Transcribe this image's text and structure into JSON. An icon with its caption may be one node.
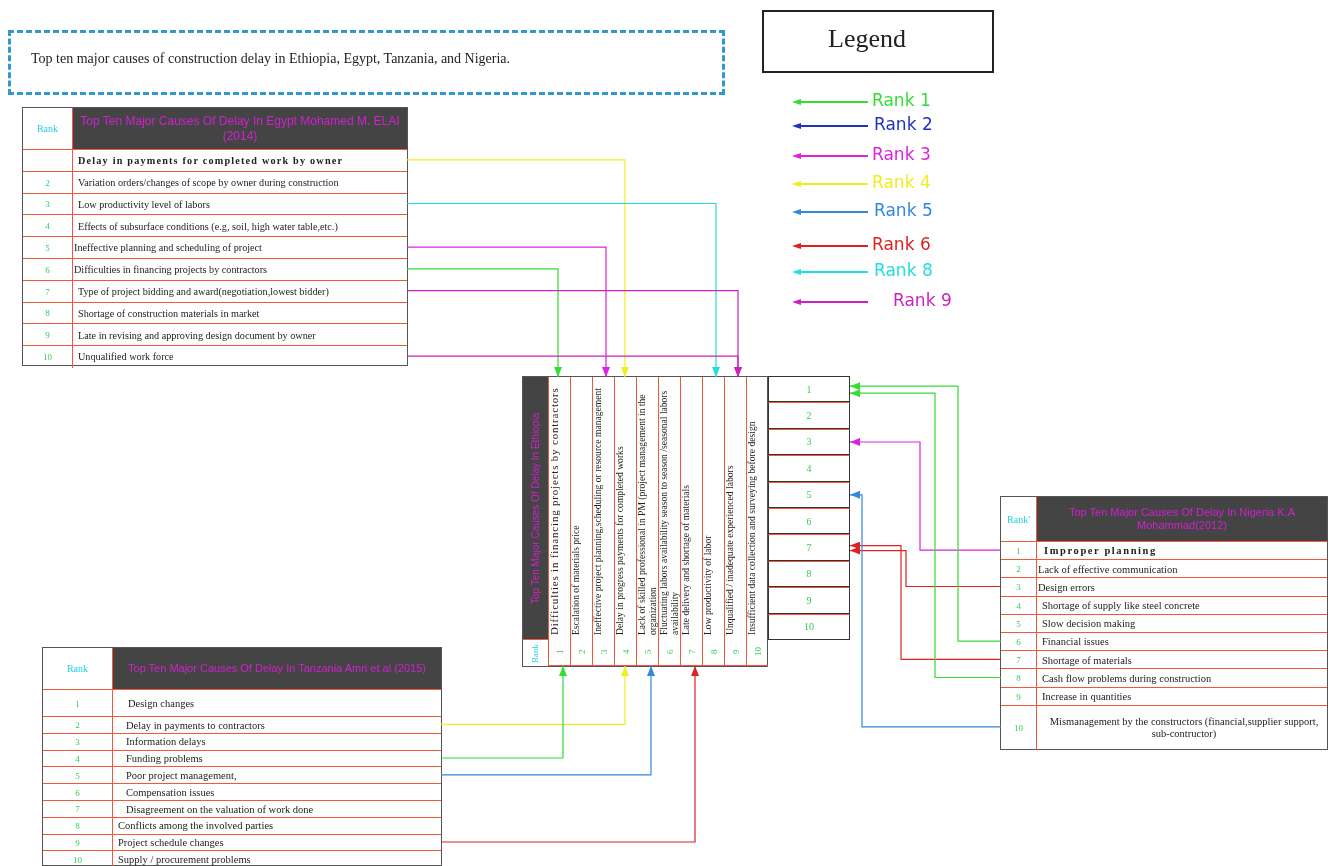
{
  "diagram": {
    "title": "Top ten major causes of construction delay in Ethiopia, Egypt, Tanzania, and Nigeria.",
    "nodes": [
      {
        "text": [
          "Rank",
          "Top Ten Major Causes Of Delay In Egypt Mohamed M. ELAI (2014)"
        ]
      },
      {
        "text": [
          "Delay in payments for completed work by owner"
        ],
        "in": 0
      },
      {
        "text": [
          "2",
          "Variation orders/changes of scope by owner during construction"
        ],
        "in": 0
      },
      {
        "text": [
          "3",
          "Low productivity level of labors"
        ],
        "in": 0
      },
      {
        "text": [
          "4",
          "Effects of subsurface conditions (e.g, soil, high water table,etc.)"
        ],
        "in": 0
      },
      {
        "text": [
          "5",
          "Ineffective planning and scheduling of project"
        ],
        "in": 0
      },
      {
        "text": [
          "6",
          "Difficulties in financing projects by contractors"
        ],
        "in": 0
      },
      {
        "text": [
          "7",
          "Type of project bidding and award(negotiation,lowest bidder)"
        ],
        "in": 0
      },
      {
        "text": [
          "8",
          "Shortage of construction materials in market"
        ],
        "in": 0
      },
      {
        "text": [
          "9",
          "Late in revising and approving design document by owner"
        ],
        "in": 0
      },
      {
        "text": [
          "10",
          "Unqualified work force"
        ],
        "in": 0
      },
      {
        "text": [
          "Rank",
          "Top Ten Major Causes Of Delay In Ethiopia"
        ]
      },
      {
        "text": [
          "1",
          "Difficulties in financing projects by contractors"
        ],
        "in": 11
      },
      {
        "text": [
          "2",
          "Escalation of materials price"
        ],
        "in": 11
      },
      {
        "text": [
          "3",
          "Ineffective project planning,scheduling or resource management"
        ],
        "in": 11
      },
      {
        "text": [
          "4",
          "Delay in progress payments for completed works"
        ],
        "in": 11
      },
      {
        "text": [
          "5",
          "Lack of skilled professional in PM (project management in the organization"
        ],
        "in": 11
      },
      {
        "text": [
          "6",
          "Fluctuating labors availability season to season /seasonal labors availability"
        ],
        "in": 11
      },
      {
        "text": [
          "7",
          "Late delivery and shortage of materials"
        ],
        "in": 11
      },
      {
        "text": [
          "8",
          "Low productivity of labor"
        ],
        "in": 11
      },
      {
        "text": [
          "9",
          "Unqualified / inadequate experienced labors"
        ],
        "in": 11
      },
      {
        "text": [
          "10",
          "Insufficient data collection and surveying before design"
        ],
        "in": 11
      },
      {
        "text": [
          "1"
        ]
      },
      {
        "text": [
          "2"
        ]
      },
      {
        "text": [
          "3"
        ]
      },
      {
        "text": [
          "4"
        ]
      },
      {
        "text": [
          "5"
        ]
      },
      {
        "text": [
          "6"
        ]
      },
      {
        "text": [
          "7"
        ]
      },
      {
        "text": [
          "8"
        ]
      },
      {
        "text": [
          "9"
        ]
      },
      {
        "text": [
          "10"
        ]
      },
      {
        "text": [
          "Rank'",
          "Top Ten Major Causes Of Delay In Nigeria K.A Mohammad(2012)"
        ]
      },
      {
        "text": [
          "1",
          "Improper planning"
        ],
        "in": 32
      },
      {
        "text": [
          "2",
          "Lack of effective communication"
        ],
        "in": 32
      },
      {
        "text": [
          "3",
          "Design errors"
        ],
        "in": 32
      },
      {
        "text": [
          "4",
          "Shortage of supply like steel concrete"
        ],
        "in": 32
      },
      {
        "text": [
          "5",
          "Slow decision making"
        ],
        "in": 32
      },
      {
        "text": [
          "6",
          "Financial issues"
        ],
        "in": 32
      },
      {
        "text": [
          "7",
          "Shortage of materials"
        ],
        "in": 32
      },
      {
        "text": [
          "8",
          "Cash flow problems during construction"
        ],
        "in": 32
      },
      {
        "text": [
          "9",
          "Increase in quantities"
        ],
        "in": 32
      },
      {
        "text": [
          "10",
          "Mismanagement by the constructors (financial,supplier support, sub-contructor)"
        ],
        "in": 32
      },
      {
        "text": [
          "Rank",
          "Top Ten Major Causes Of Delay In Tanzania Amri et al (2015)"
        ]
      },
      {
        "text": [
          "1",
          "Design changes"
        ],
        "in": 43
      },
      {
        "text": [
          "2",
          "Delay in payments to contractors"
        ],
        "in": 43
      },
      {
        "text": [
          "3",
          "Information delays"
        ],
        "in": 43
      },
      {
        "text": [
          "4",
          "Funding problems"
        ],
        "in": 43
      },
      {
        "text": [
          "5",
          "Poor project management,"
        ],
        "in": 43
      },
      {
        "text": [
          "6",
          "Compensation issues"
        ],
        "in": 43
      },
      {
        "text": [
          "7",
          "Disagreement on the valuation of work done"
        ],
        "in": 43
      },
      {
        "text": [
          "8",
          "Conflicts among the involved parties"
        ],
        "in": 43
      },
      {
        "text": [
          "9",
          "Project schedule changes"
        ],
        "in": 43
      },
      {
        "text": [
          "10",
          "Supply / procurement problems"
        ],
        "in": 43
      }
    ],
    "edges": [
      {
        "from": 1,
        "to": 15,
        "arrow": "to",
        "color": "#eeee22"
      },
      {
        "from": 3,
        "to": 19,
        "arrow": "to",
        "color": "#22dddd"
      },
      {
        "from": 5,
        "to": 14,
        "arrow": "to",
        "color": "#dd22dd"
      },
      {
        "from": 6,
        "to": 12,
        "arrow": "to",
        "color": "#33dd33"
      },
      {
        "from": 7,
        "to": 20,
        "arrow": "to",
        "color": "#cc22bb"
      },
      {
        "from": 10,
        "to": 20,
        "arrow": "to",
        "color": "#cc22bb"
      },
      {
        "from": 45,
        "to": 15,
        "arrow": "to",
        "color": "#eeee22"
      },
      {
        "from": 47,
        "to": 12,
        "arrow": "to",
        "color": "#33dd33"
      },
      {
        "from": 48,
        "to": 16,
        "arrow": "to",
        "color": "#3388dd"
      },
      {
        "from": 52,
        "to": 18,
        "arrow": "to",
        "color": "#dd2222"
      },
      {
        "from": 33,
        "to": 24,
        "arrow": "to",
        "color": "#dd22dd"
      },
      {
        "from": 35,
        "to": 28,
        "arrow": "to",
        "color": "#dd2222"
      },
      {
        "from": 38,
        "to": 22,
        "arrow": "to",
        "color": "#33dd33"
      },
      {
        "from": 39,
        "to": 28,
        "arrow": "to",
        "color": "#dd2222"
      },
      {
        "from": 40,
        "to": 22,
        "arrow": "to",
        "color": "#33dd33"
      },
      {
        "from": 42,
        "to": 26,
        "arrow": "to",
        "color": "#3388dd"
      }
    ],
    "labels": [
      "Legend"
    ],
    "legend": [
      {
        "text": "Rank 1",
        "color": "#33dd33"
      },
      {
        "text": "Rank 2",
        "color": "#2233bb"
      },
      {
        "text": "Rank 3",
        "color": "#dd22dd"
      },
      {
        "text": "Rank 4",
        "color": "#eeee22"
      },
      {
        "text": "Rank 5",
        "color": "#3388dd"
      },
      {
        "text": "Rank 6",
        "color": "#dd2222"
      },
      {
        "text": "Rank 8",
        "color": "#22dddd"
      },
      {
        "text": "Rank 9",
        "color": "#cc22bb"
      }
    ]
  }
}
